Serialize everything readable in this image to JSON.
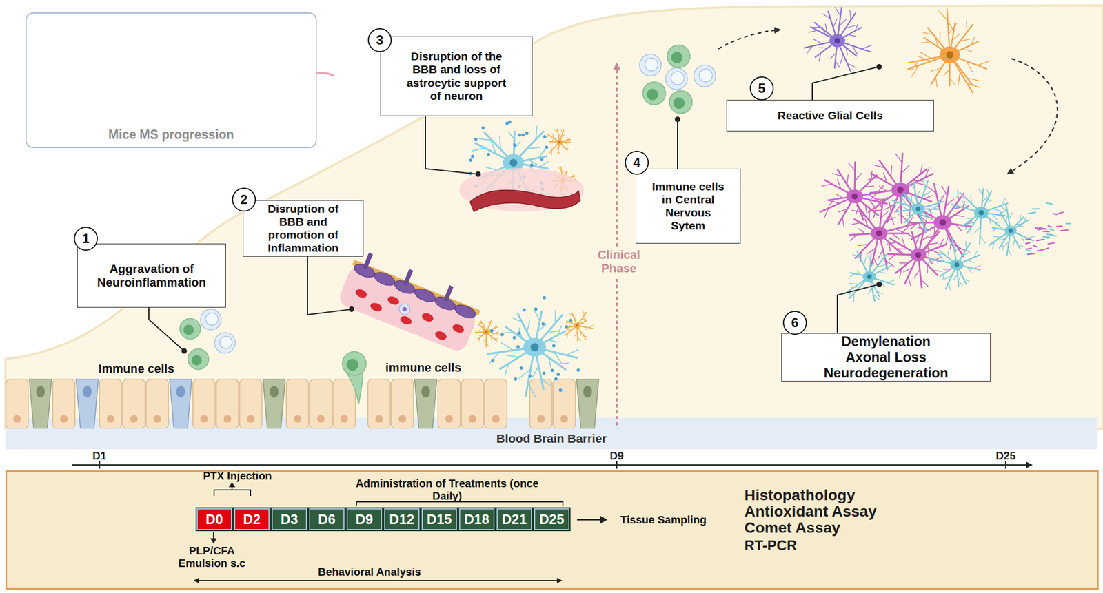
{
  "diagram": {
    "nodes": [
      {
        "text": [
          "Mice MS progression"
        ]
      },
      {
        "text": [
          "Aggravation of Neuroinflammation"
        ]
      },
      {
        "text": [
          "Disruption of BBB and promotion of Inflammation"
        ]
      },
      {
        "text": [
          "Disruption of the BBB and loss of astrocytic support of neuron"
        ]
      },
      {
        "text": [
          "Immune cells in Central Nervous Sytem"
        ]
      },
      {
        "text": [
          "Reactive Glial Cells"
        ]
      },
      {
        "text": [
          "Demylenation Axonal Loss Neurodegeneration"
        ]
      },
      {
        "text": [
          "Blood Brain Barrier"
        ]
      },
      {
        "text": [
          "Histopathology",
          "Antioxidant Assay",
          "Comet Assay",
          "RT-PCR"
        ]
      },
      {
        "text": [
          "D0"
        ],
        "in": 8
      },
      {
        "text": [
          "D2"
        ],
        "in": 8
      },
      {
        "text": [
          "D3"
        ],
        "in": 8
      },
      {
        "text": [
          "D6"
        ],
        "in": 8
      },
      {
        "text": [
          "D9"
        ],
        "in": 8
      },
      {
        "text": [
          "D12"
        ],
        "in": 8
      },
      {
        "text": [
          "D15"
        ],
        "in": 8
      },
      {
        "text": [
          "D18"
        ],
        "in": 8
      },
      {
        "text": [
          "D21"
        ],
        "in": 8
      },
      {
        "text": [
          "D25"
        ],
        "in": 8
      }
    ],
    "labels": [
      "1",
      "2",
      "3",
      "4",
      "5",
      "6",
      "Immune cells",
      "immune cells",
      "Clinical Phase",
      "D1",
      "D9",
      "D25",
      "PTX Injection",
      "PLP/CFA Emulsion s.c",
      "Administration of Treatments (once Daily)",
      "Behavioral Analysis",
      "Tissue Sampling"
    ]
  }
}
